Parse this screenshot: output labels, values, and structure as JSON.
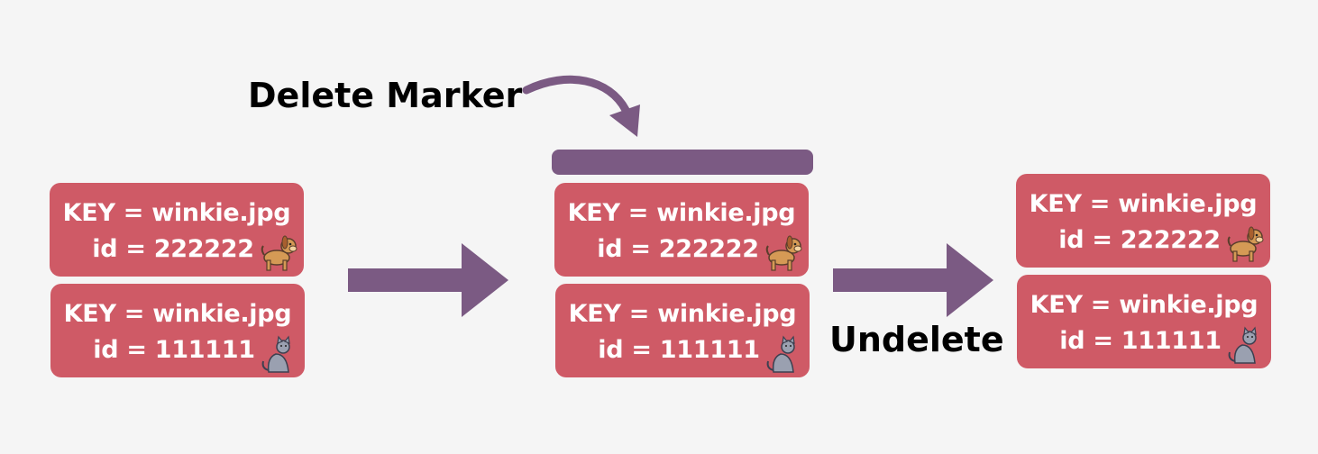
{
  "labels": {
    "delete_marker": "Delete Marker",
    "undelete": "Undelete"
  },
  "colors": {
    "background": "#f5f5f5",
    "card": "#cf5a66",
    "card_text": "#ffffff",
    "accent": "#7b5a83"
  },
  "stages": [
    {
      "versions": [
        {
          "key": "KEY = winkie.jpg",
          "id": "id = 222222",
          "icon": "dog-icon"
        },
        {
          "key": "KEY = winkie.jpg",
          "id": "id = 111111",
          "icon": "cat-icon"
        }
      ]
    },
    {
      "delete_marker": true,
      "versions": [
        {
          "key": "KEY = winkie.jpg",
          "id": "id = 222222",
          "icon": "dog-icon"
        },
        {
          "key": "KEY = winkie.jpg",
          "id": "id = 111111",
          "icon": "cat-icon"
        }
      ]
    },
    {
      "versions": [
        {
          "key": "KEY = winkie.jpg",
          "id": "id = 222222",
          "icon": "dog-icon"
        },
        {
          "key": "KEY = winkie.jpg",
          "id": "id = 111111",
          "icon": "cat-icon"
        }
      ]
    }
  ]
}
